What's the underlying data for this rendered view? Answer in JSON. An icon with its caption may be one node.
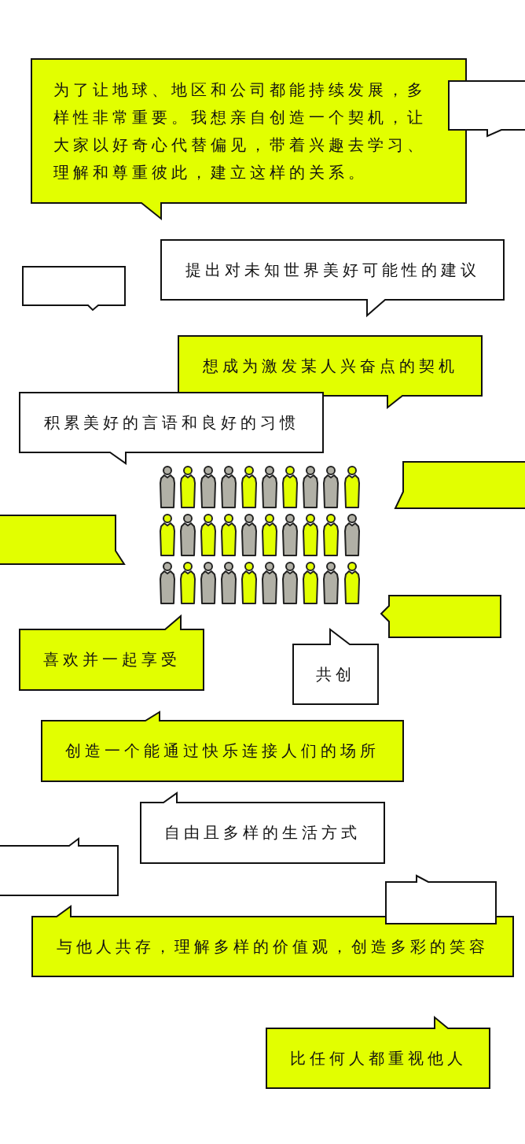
{
  "diagram": {
    "nodes": [
      {
        "text": [
          "为了让地球、地区和公司都能持续发展，多样性非常重要。我想亲自创造一个契机，让大家以好奇心代替偏见，带着兴趣去学习、理解和尊重彼此，建立这样的关系。"
        ]
      },
      {
        "text": [],
        "shape": "bubble"
      },
      {
        "text": [
          "提出对未知世界美好可能性的建议"
        ]
      },
      {
        "text": [],
        "shape": "bubble"
      },
      {
        "text": [
          "想成为激发某人兴奋点的契机"
        ]
      },
      {
        "text": [
          "积累美好的言语和良好的习惯"
        ]
      },
      {
        "text": [],
        "shape": "bubble"
      },
      {
        "text": [],
        "shape": "bubble"
      },
      {
        "text": [],
        "shape": "bubble"
      },
      {
        "text": [
          "喜欢并一起享受"
        ]
      },
      {
        "text": [
          "共创"
        ]
      },
      {
        "text": [
          "创造一个能通过快乐连接人们的场所"
        ]
      },
      {
        "text": [
          "自由且多样的生活方式"
        ]
      },
      {
        "text": [],
        "shape": "bubble"
      },
      {
        "text": [
          "与他人共存，理解多样的价值观，创造多彩的笑容"
        ]
      },
      {
        "text": [],
        "shape": "bubble"
      },
      {
        "text": [
          "比任何人都重视他人"
        ]
      }
    ]
  }
}
